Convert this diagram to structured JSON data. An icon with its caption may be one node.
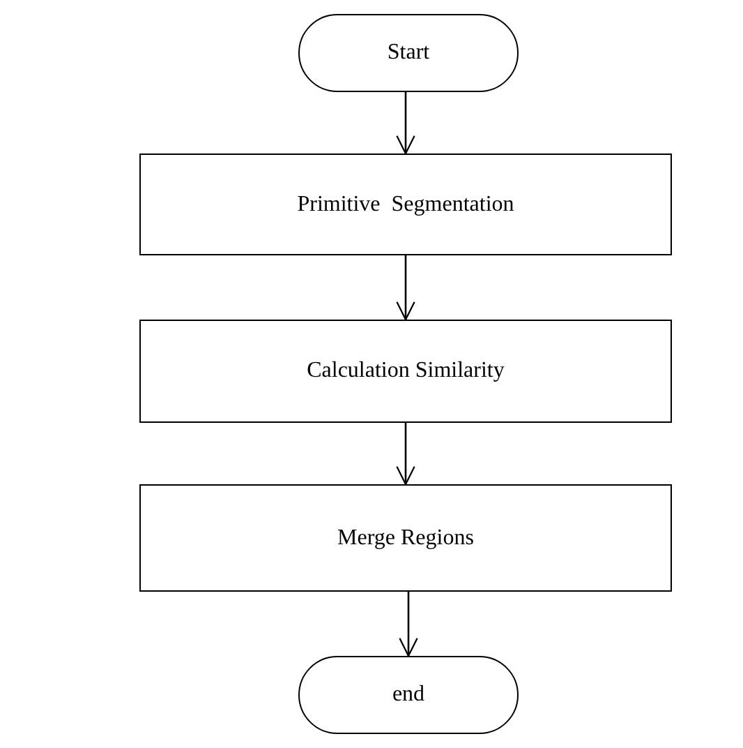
{
  "diagram": {
    "nodes": [
      {
        "text": [
          "Start"
        ]
      },
      {
        "text": [
          "Primitive  Segmentation"
        ]
      },
      {
        "text": [
          "Calculation Similarity"
        ]
      },
      {
        "text": [
          "Merge Regions"
        ]
      },
      {
        "text": [
          "end"
        ]
      }
    ],
    "edges": [
      {
        "from": 0,
        "to": 1,
        "arrow": "to"
      },
      {
        "from": 1,
        "to": 2,
        "arrow": "to"
      },
      {
        "from": 2,
        "to": 3,
        "arrow": "to"
      },
      {
        "from": 3,
        "to": 4,
        "arrow": "to"
      }
    ]
  }
}
